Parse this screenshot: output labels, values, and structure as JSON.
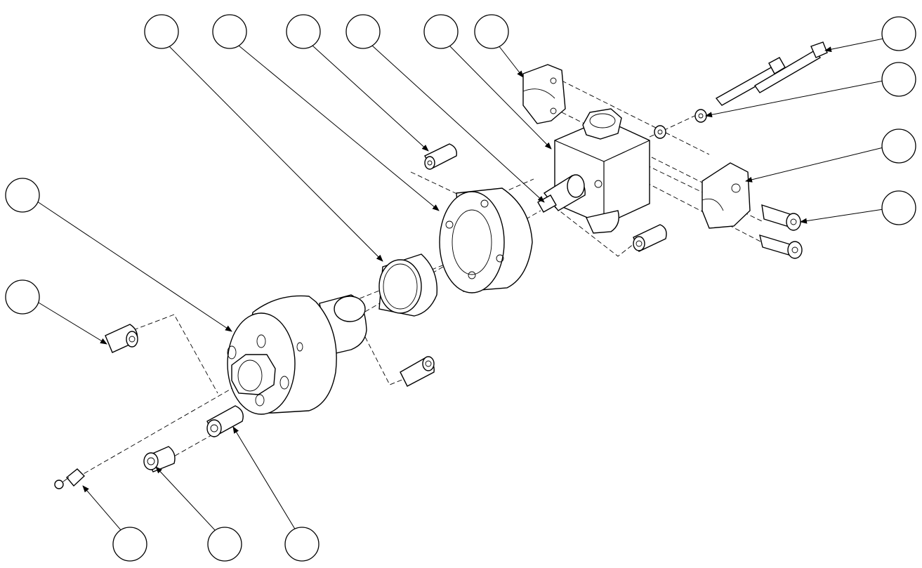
{
  "drawing": {
    "type": "exploded-assembly",
    "line_color": "#000000",
    "background": "#ffffff"
  },
  "balloons": [
    {
      "id": "b1",
      "label": ""
    },
    {
      "id": "b2",
      "label": ""
    },
    {
      "id": "b3",
      "label": ""
    },
    {
      "id": "b4",
      "label": ""
    },
    {
      "id": "b5",
      "label": ""
    },
    {
      "id": "b6",
      "label": ""
    },
    {
      "id": "b7",
      "label": ""
    },
    {
      "id": "b8",
      "label": ""
    },
    {
      "id": "b9",
      "label": ""
    },
    {
      "id": "b10",
      "label": ""
    },
    {
      "id": "b11",
      "label": ""
    },
    {
      "id": "b12",
      "label": ""
    },
    {
      "id": "b13",
      "label": ""
    },
    {
      "id": "b14",
      "label": ""
    },
    {
      "id": "b15",
      "label": ""
    },
    {
      "id": "b16",
      "label": ""
    }
  ]
}
